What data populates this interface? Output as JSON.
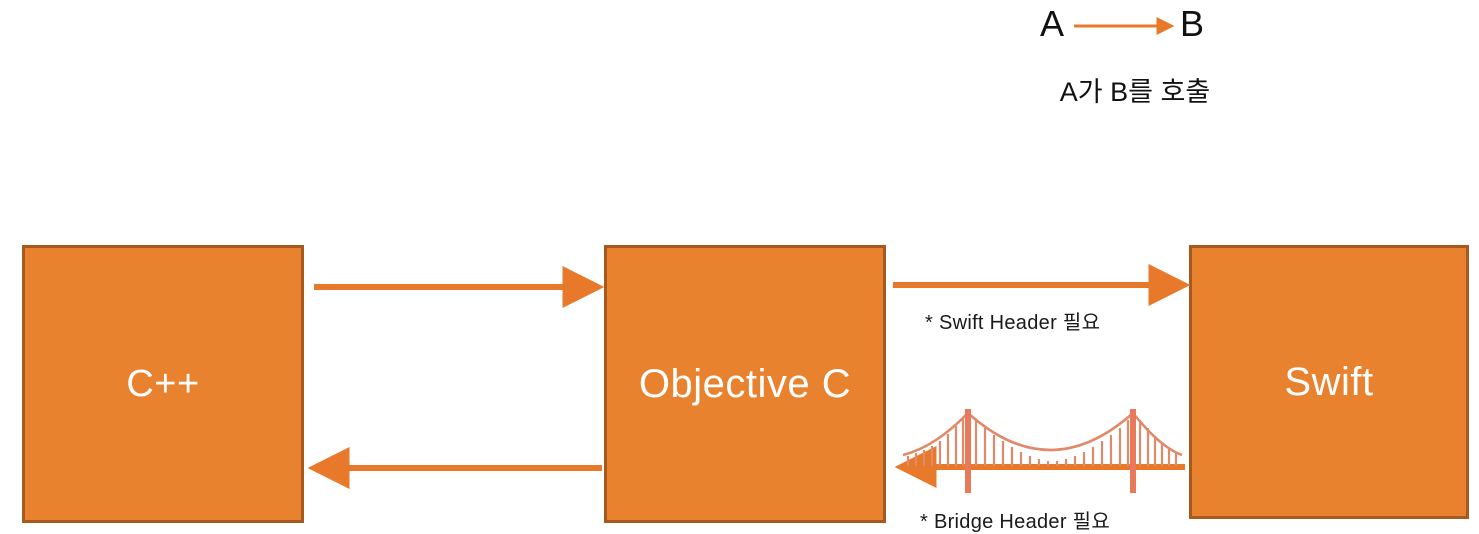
{
  "diagram": {
    "title_none": "",
    "nodes": [
      {
        "id": "cpp",
        "label": "C++"
      },
      {
        "id": "objc",
        "label": "Objective C"
      },
      {
        "id": "swift",
        "label": "Swift"
      }
    ],
    "edges": [
      {
        "id": "cpp-to-objc",
        "from": "C++",
        "to": "Objective C",
        "direction": "right",
        "note": ""
      },
      {
        "id": "objc-to-cpp",
        "from": "Objective C",
        "to": "C++",
        "direction": "left",
        "note": ""
      },
      {
        "id": "objc-to-swift",
        "from": "Objective C",
        "to": "Swift",
        "direction": "right",
        "note": "* Swift Header 필요"
      },
      {
        "id": "swift-to-objc",
        "from": "Swift",
        "to": "Objective C",
        "direction": "left",
        "note": "* Bridge Header 필요"
      }
    ],
    "annotations": {
      "swift_header": "* Swift Header 필요",
      "bridge_header": "* Bridge Header 필요"
    },
    "decoration": {
      "bridge_icon": "suspension-bridge-icon"
    }
  },
  "legend": {
    "letter_a": "A",
    "letter_b": "B",
    "arrow_icon": "arrow-right-icon",
    "caption": "A가 B를 호출"
  },
  "colors": {
    "box_fill": "#E8822F",
    "box_border": "#A85A1E",
    "box_text": "#FFFFFF",
    "arrow": "#E8792B",
    "bridge": "#E08A6A",
    "text": "#111111",
    "background": "#FFFFFF"
  }
}
